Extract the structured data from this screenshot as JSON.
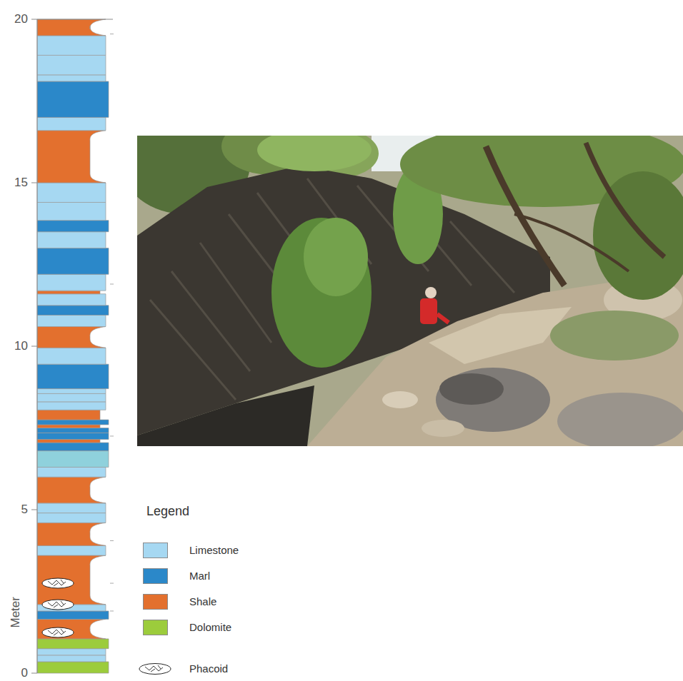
{
  "diagram": {
    "labels": [
      "20",
      "15",
      "10",
      "5",
      "0",
      "Meter",
      "Legend"
    ],
    "legend": [
      {
        "text": "Limestone",
        "color": "#a6d8f2"
      },
      {
        "text": "Marl",
        "color": "#2b88c9"
      },
      {
        "text": "Shale",
        "color": "#e3702e"
      },
      {
        "text": "Dolomite",
        "color": "#9ccc3c"
      },
      {
        "text": "Phacoid"
      }
    ]
  }
}
